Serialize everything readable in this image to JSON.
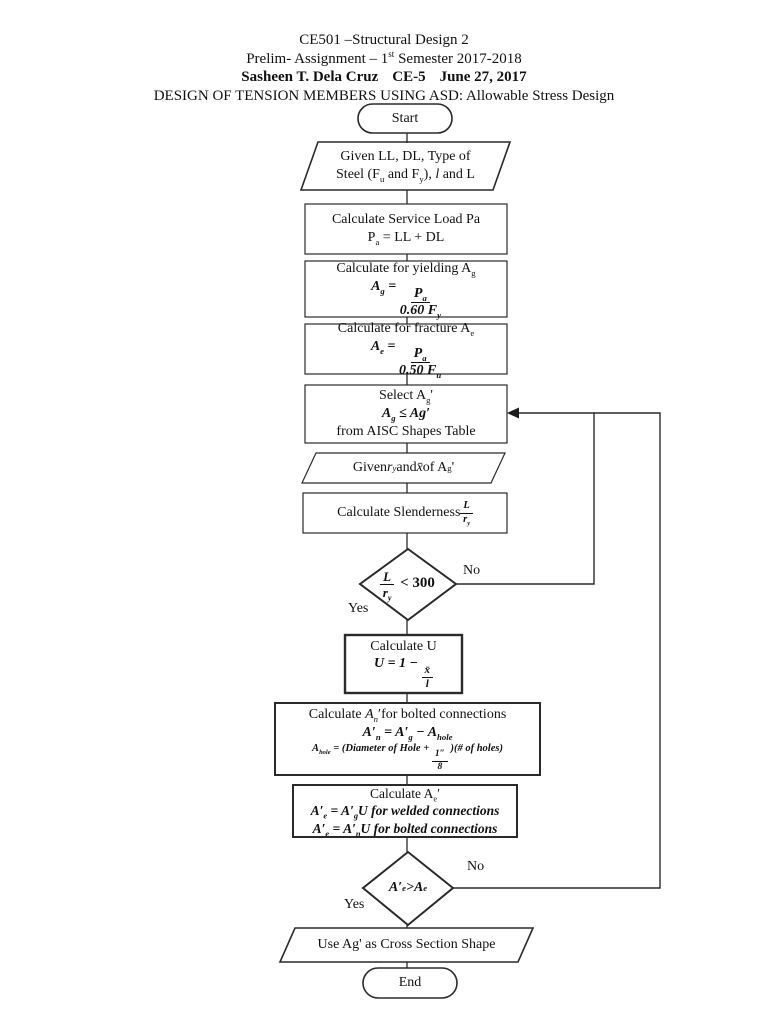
{
  "page": {
    "header": {
      "line1": "CE501 –Structural Design 2",
      "line2_pre": "Prelim- Assignment – 1",
      "line2_sup": "st",
      "line2_post": " Semester 2017-2018",
      "line3_name": "Sasheen T. Dela Cruz",
      "line3_section": "CE-5",
      "line3_date": "June 27, 2017",
      "line4": "DESIGN OF TENSION MEMBERS USING ASD: Allowable Stress Design"
    }
  },
  "flow": {
    "start": "Start",
    "given": {
      "line1": "Given LL, DL, Type of",
      "l2a": "Steel (F",
      "l2s1": "u",
      "l2b": " and F",
      "l2s2": "y",
      "l2c": "), ",
      "l2i": "l",
      "l2d": " and L"
    },
    "service": {
      "title": "Calculate Service Load Pa",
      "fa": "P",
      "fs": "a",
      "fb": " = LL + DL"
    },
    "yielding": {
      "ta": "Calculate for yielding A",
      "ts": "g",
      "la": "A",
      "ls": "g",
      "eq": "=",
      "na": "P",
      "ns": "a",
      "da": "0.60 F",
      "ds": "y"
    },
    "fracture": {
      "ta": "Calculate for fracture A",
      "ts": "e",
      "la": "A",
      "ls": "e",
      "eq": "=",
      "na": "P",
      "ns": "a",
      "da": "0.50 F",
      "ds": "u"
    },
    "select": {
      "ta": "Select A",
      "ts": "g",
      "tp": "'",
      "fa": "A",
      "fs": "g",
      "fb": " ≤ A",
      "fc": "g",
      "fp": "′",
      "line3": "from AISC Shapes Table"
    },
    "givenr": {
      "a": "Given ",
      "ri": "r",
      "rs": "y",
      "b": " and ",
      "xi": "x̄",
      "c": " of A",
      "cs": "g",
      "d": "'"
    },
    "slenderness": {
      "title": "Calculate Slenderness ",
      "num": "L",
      "dena": "r",
      "dens": "y"
    },
    "d1": {
      "num": "L",
      "dena": "r",
      "dens": "y",
      "cmp": "< 300",
      "yes": "Yes",
      "no": "No"
    },
    "calcu": {
      "title": "Calculate U",
      "pre": "U = 1 −",
      "num": "x̄",
      "den": "l"
    },
    "anet": {
      "ta": "Calculate ",
      "ti": "A",
      "tsb": "n",
      "tp": "′",
      "tb": "for bolted connections",
      "f1": {
        "a": "A",
        "ap": "′",
        "as": "n",
        "b": " = ",
        "c": "A",
        "cp": "′",
        "cs": "g",
        "d": " − ",
        "e": "A",
        "es": "hole"
      },
      "f2": {
        "a": "A",
        "as": "hole",
        "b": " = (Diameter of Hole + ",
        "num": "1″",
        "den": "8",
        "c": " )(# of holes)"
      }
    },
    "aeff": {
      "ta": "Calculate A",
      "ts": "e",
      "tp": "′",
      "f1": {
        "a": "A",
        "ap": "′",
        "as": "e",
        "b": " = ",
        "c": "A",
        "cp": "′",
        "cs": "g",
        "d": "U",
        "e": " for welded connections"
      },
      "f2": {
        "a": "A",
        "ap": "′",
        "as": "e",
        "b": " = ",
        "c": "A",
        "cp": "′",
        "cs": "n",
        "d": "U",
        "e": " for bolted connections"
      }
    },
    "d2": {
      "a": "A",
      "ap": "′",
      "as": "e",
      "b": " > ",
      "c": "A",
      "cs": "e",
      "yes": "Yes",
      "no": "No"
    },
    "use": "Use Ag' as Cross Section Shape",
    "end": "End"
  },
  "colors": {
    "ink": "#1c1c1c",
    "line": "#2a2a2a",
    "paper": "#ffffff"
  }
}
